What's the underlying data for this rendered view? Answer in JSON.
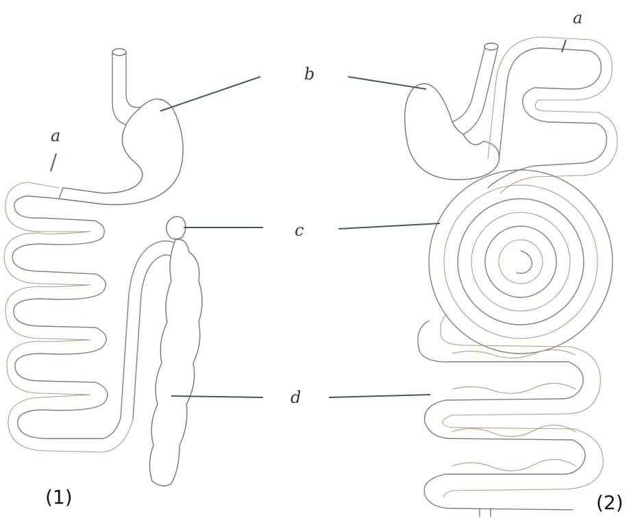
{
  "labels": {
    "a": "a",
    "b": "b",
    "c": "c",
    "d": "d"
  },
  "figures": {
    "left": "(1)",
    "right": "(2)"
  },
  "colors": {
    "outline": "#8a7b70",
    "leader": "#3f5860"
  }
}
